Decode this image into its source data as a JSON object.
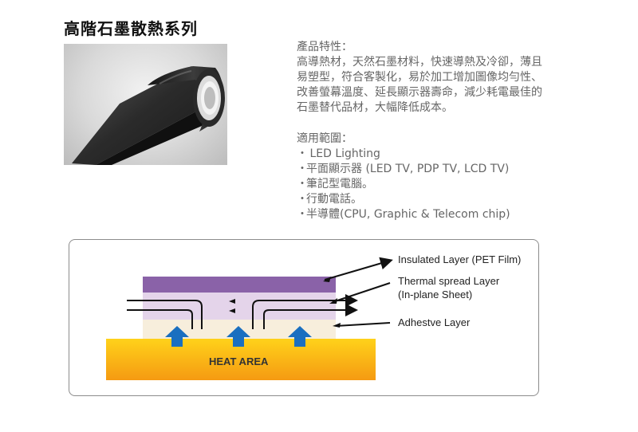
{
  "page": {
    "title": "高階石墨散熱系列"
  },
  "product_photo": {
    "icon": "graphite-film-roll-icon"
  },
  "features": {
    "heading": "產品特性：",
    "lines": [
      "高導熱材，天然石墨材料，快速導熱及冷卻，薄且",
      "易塑型，符合客製化，易於加工增加圖像均勻性、",
      "改善螢幕溫度、延長顯示器壽命，減少耗電最佳的",
      "石墨替代品材，大幅降低成本。"
    ]
  },
  "applications": {
    "heading": "適用範圍：",
    "bullet": "・",
    "items": [
      " LED Lighting",
      "平面顯示器 (LED TV, PDP TV, LCD TV)",
      "筆記型電腦。",
      "行動電話。",
      "半導體(CPU, Graphic & Telecom chip)"
    ]
  },
  "diagram": {
    "labels": {
      "insulated": "Insulated Layer (PET Film)",
      "thermal_1": "Thermal spread Layer",
      "thermal_2": "(In-plane Sheet)",
      "adhesive": "Adhestve Layer",
      "heat_area": "HEAT AREA"
    },
    "colors": {
      "insulated_layer": "#8a62a8",
      "thermal_layer": "#e4d4ea",
      "adhesive_layer": "#f7eedc",
      "heat_area_top": "#ffd21a",
      "heat_area_bottom": "#f59a12",
      "heat_arrow": "#1a6fc0"
    }
  }
}
